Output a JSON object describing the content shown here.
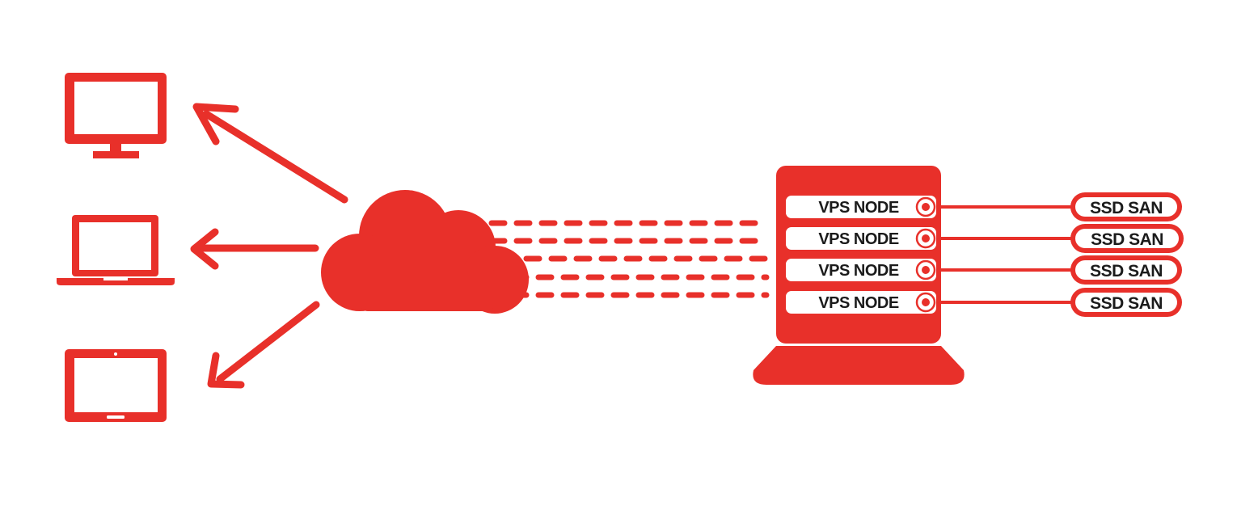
{
  "colors": {
    "accent": "#e8302a",
    "background": "#ffffff",
    "text": "#1b1b1b"
  },
  "clients": [
    {
      "icon": "desktop-monitor-icon"
    },
    {
      "icon": "laptop-icon"
    },
    {
      "icon": "tablet-icon"
    }
  ],
  "cloud": {
    "icon": "cloud-icon"
  },
  "server": {
    "icon": "server-rack-icon",
    "nodes": [
      {
        "label": "VPS NODE"
      },
      {
        "label": "VPS NODE"
      },
      {
        "label": "VPS NODE"
      },
      {
        "label": "VPS NODE"
      }
    ]
  },
  "storage": [
    {
      "label": "SSD SAN"
    },
    {
      "label": "SSD SAN"
    },
    {
      "label": "SSD SAN"
    },
    {
      "label": "SSD SAN"
    }
  ]
}
